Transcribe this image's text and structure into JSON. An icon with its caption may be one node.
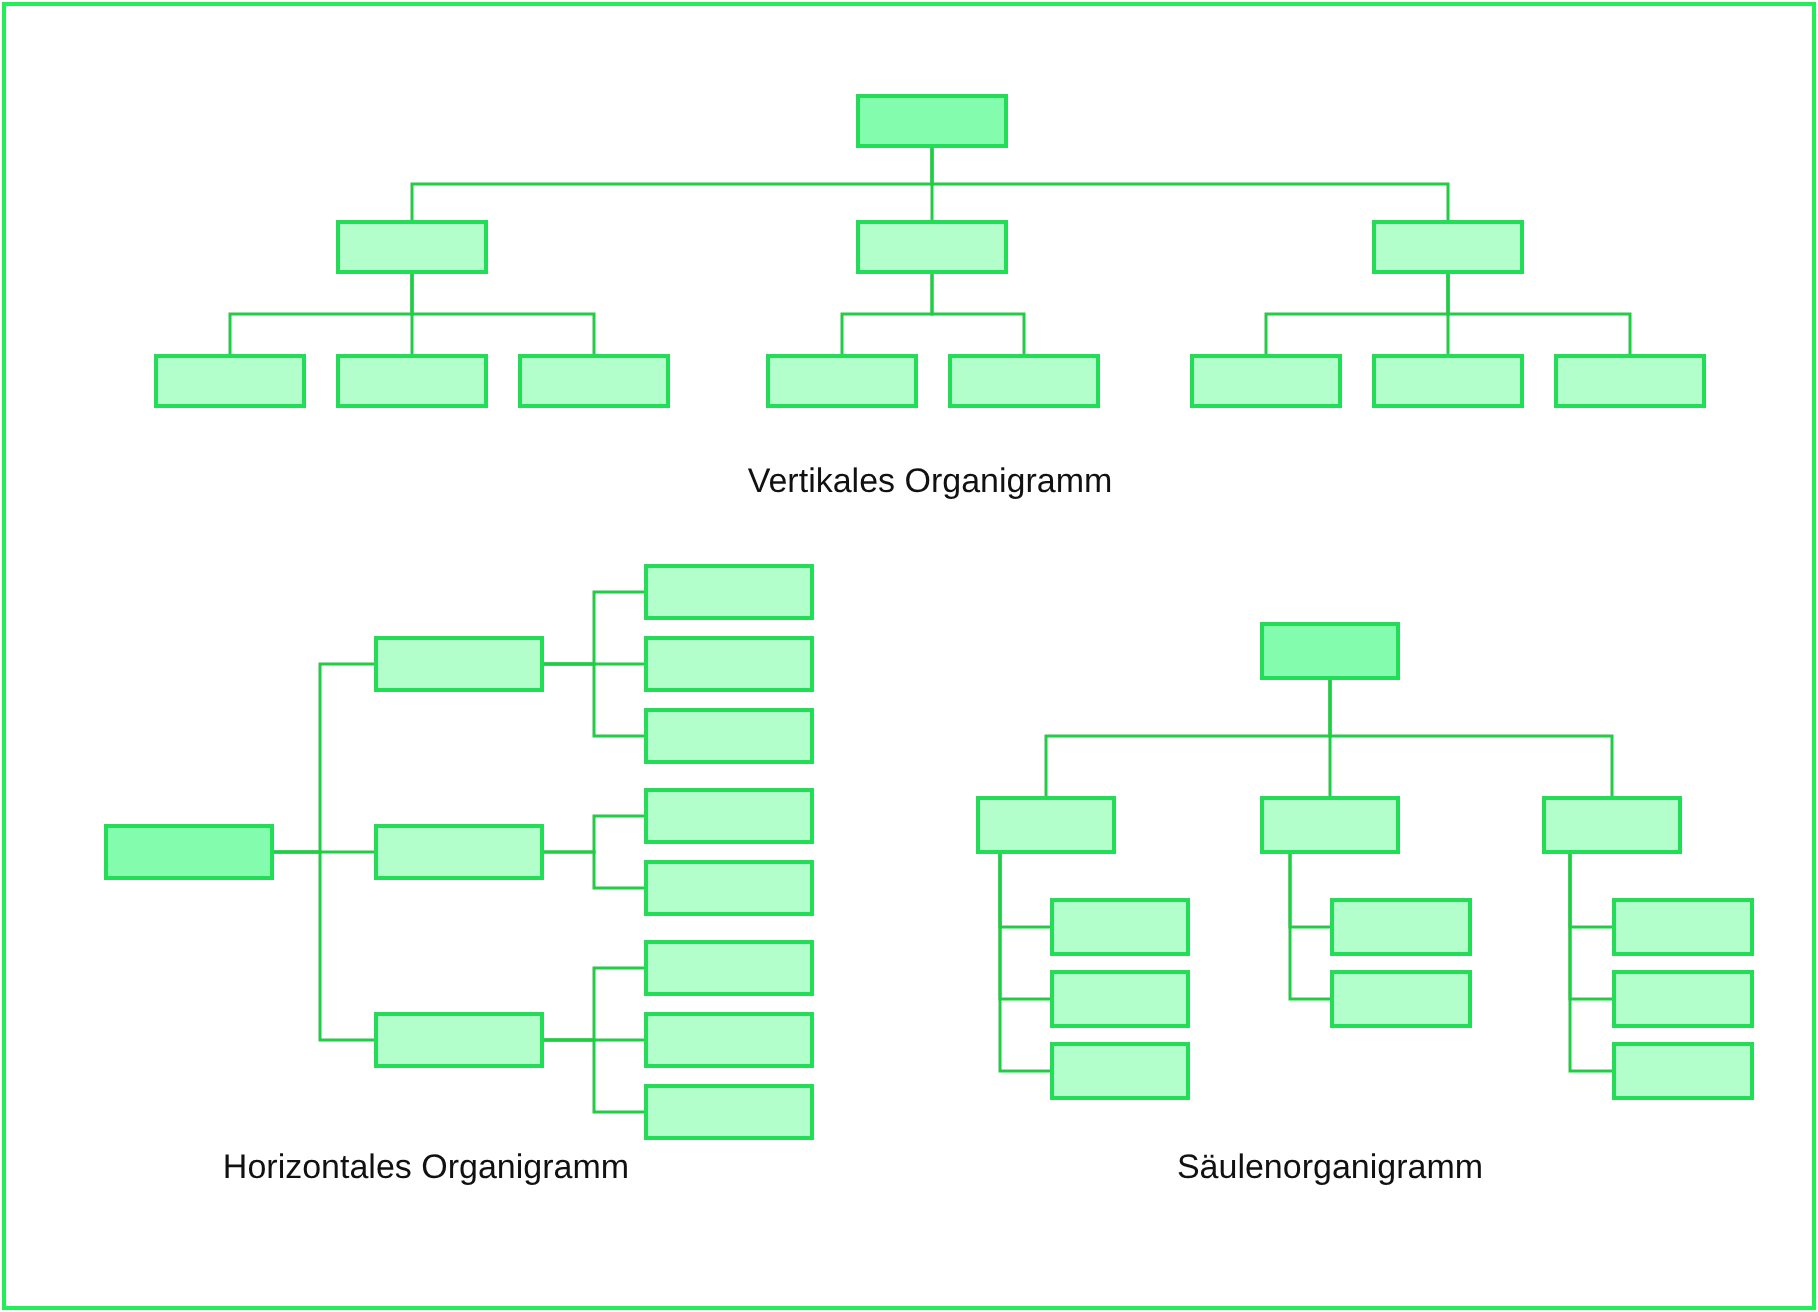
{
  "diagram": {
    "nodes": [
      {
        "text": [],
        "shape": "box"
      },
      {
        "text": [],
        "shape": "box"
      },
      {
        "text": [],
        "shape": "box"
      },
      {
        "text": [],
        "shape": "box"
      },
      {
        "text": [],
        "shape": "box"
      },
      {
        "text": [],
        "shape": "box"
      },
      {
        "text": [],
        "shape": "box"
      },
      {
        "text": [],
        "shape": "box"
      },
      {
        "text": [],
        "shape": "box"
      },
      {
        "text": [],
        "shape": "box"
      },
      {
        "text": [],
        "shape": "box"
      },
      {
        "text": [],
        "shape": "box"
      },
      {
        "text": [],
        "shape": "box"
      },
      {
        "text": [],
        "shape": "box"
      },
      {
        "text": [],
        "shape": "box"
      },
      {
        "text": [],
        "shape": "box"
      },
      {
        "text": [],
        "shape": "box"
      },
      {
        "text": [],
        "shape": "box"
      },
      {
        "text": [],
        "shape": "box"
      },
      {
        "text": [],
        "shape": "box"
      },
      {
        "text": [],
        "shape": "box"
      },
      {
        "text": [],
        "shape": "box"
      },
      {
        "text": [],
        "shape": "box"
      },
      {
        "text": [],
        "shape": "box"
      },
      {
        "text": [],
        "shape": "box"
      },
      {
        "text": [],
        "shape": "box"
      },
      {
        "text": [],
        "shape": "box"
      },
      {
        "text": [],
        "shape": "box"
      },
      {
        "text": [],
        "shape": "box"
      },
      {
        "text": [],
        "shape": "box"
      },
      {
        "text": [],
        "shape": "box"
      },
      {
        "text": [],
        "shape": "box"
      },
      {
        "text": [],
        "shape": "box"
      },
      {
        "text": [],
        "shape": "box"
      },
      {
        "text": [],
        "shape": "box"
      },
      {
        "text": [],
        "shape": "box"
      }
    ],
    "edges": [
      {
        "from": 0,
        "to": 1,
        "arrow": "none"
      },
      {
        "from": 0,
        "to": 2,
        "arrow": "none"
      },
      {
        "from": 0,
        "to": 3,
        "arrow": "none"
      },
      {
        "from": 1,
        "to": 4,
        "arrow": "none"
      },
      {
        "from": 1,
        "to": 5,
        "arrow": "none"
      },
      {
        "from": 1,
        "to": 6,
        "arrow": "none"
      },
      {
        "from": 2,
        "to": 7,
        "arrow": "none"
      },
      {
        "from": 2,
        "to": 8,
        "arrow": "none"
      },
      {
        "from": 3,
        "to": 9,
        "arrow": "none"
      },
      {
        "from": 3,
        "to": 10,
        "arrow": "none"
      },
      {
        "from": 3,
        "to": 11,
        "arrow": "none"
      },
      {
        "from": 12,
        "to": 13,
        "arrow": "none"
      },
      {
        "from": 12,
        "to": 14,
        "arrow": "none"
      },
      {
        "from": 12,
        "to": 15,
        "arrow": "none"
      },
      {
        "from": 13,
        "to": 16,
        "arrow": "none"
      },
      {
        "from": 13,
        "to": 17,
        "arrow": "none"
      },
      {
        "from": 13,
        "to": 18,
        "arrow": "none"
      },
      {
        "from": 14,
        "to": 19,
        "arrow": "none"
      },
      {
        "from": 14,
        "to": 20,
        "arrow": "none"
      },
      {
        "from": 15,
        "to": 21,
        "arrow": "none"
      },
      {
        "from": 15,
        "to": 22,
        "arrow": "none"
      },
      {
        "from": 15,
        "to": 23,
        "arrow": "none"
      },
      {
        "from": 24,
        "to": 25,
        "arrow": "none"
      },
      {
        "from": 24,
        "to": 26,
        "arrow": "none"
      },
      {
        "from": 24,
        "to": 27,
        "arrow": "none"
      },
      {
        "from": 25,
        "to": 28,
        "arrow": "none"
      },
      {
        "from": 25,
        "to": 29,
        "arrow": "none"
      },
      {
        "from": 25,
        "to": 30,
        "arrow": "none"
      },
      {
        "from": 26,
        "to": 31,
        "arrow": "none"
      },
      {
        "from": 26,
        "to": 32,
        "arrow": "none"
      },
      {
        "from": 27,
        "to": 33,
        "arrow": "none"
      },
      {
        "from": 27,
        "to": 34,
        "arrow": "none"
      },
      {
        "from": 27,
        "to": 35,
        "arrow": "none"
      }
    ],
    "labels": [
      "Vertikales Organigramm",
      "Horizontales Organigramm",
      "Säulenorganigramm"
    ]
  }
}
